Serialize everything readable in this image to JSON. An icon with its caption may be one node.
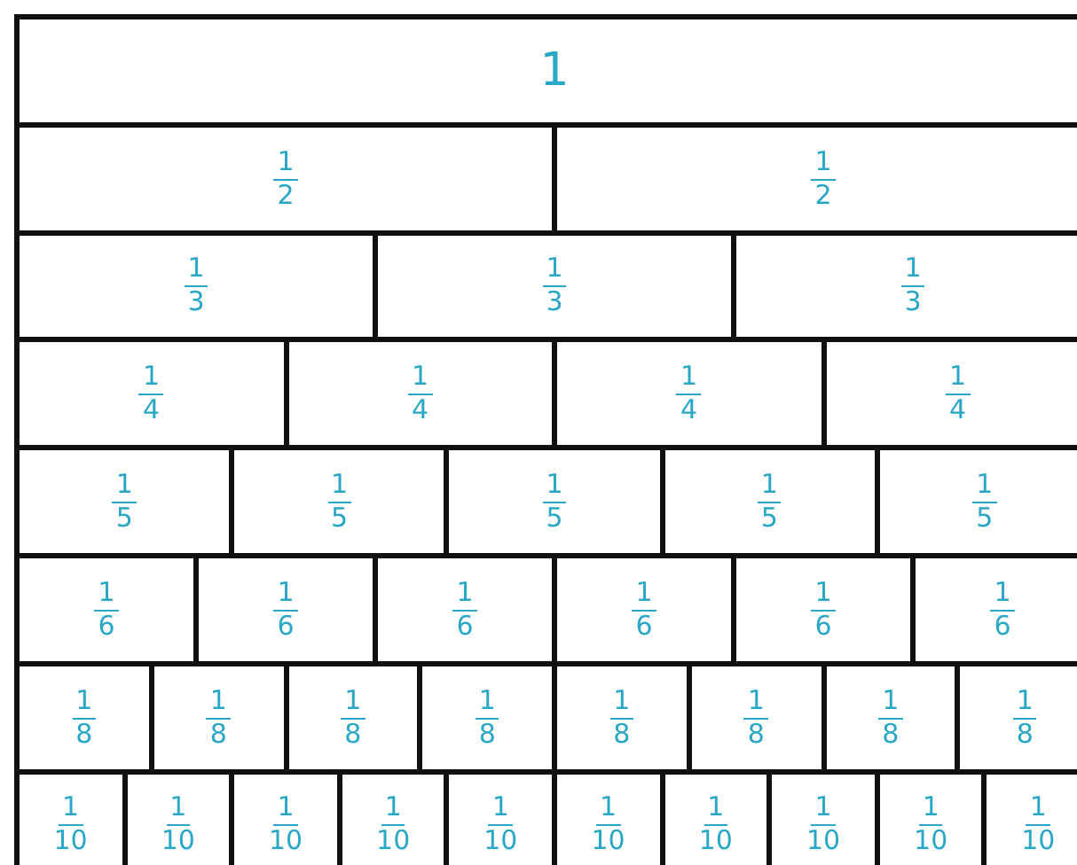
{
  "diagram": {
    "nodes": [
      {
        "text": [
          "1"
        ]
      },
      {
        "text": [
          "1",
          "2"
        ]
      },
      {
        "text": [
          "1",
          "2"
        ]
      },
      {
        "text": [
          "1",
          "3"
        ]
      },
      {
        "text": [
          "1",
          "3"
        ]
      },
      {
        "text": [
          "1",
          "3"
        ]
      },
      {
        "text": [
          "1",
          "4"
        ]
      },
      {
        "text": [
          "1",
          "4"
        ]
      },
      {
        "text": [
          "1",
          "4"
        ]
      },
      {
        "text": [
          "1",
          "4"
        ]
      },
      {
        "text": [
          "1",
          "5"
        ]
      },
      {
        "text": [
          "1",
          "5"
        ]
      },
      {
        "text": [
          "1",
          "5"
        ]
      },
      {
        "text": [
          "1",
          "5"
        ]
      },
      {
        "text": [
          "1",
          "5"
        ]
      },
      {
        "text": [
          "1",
          "6"
        ]
      },
      {
        "text": [
          "1",
          "6"
        ]
      },
      {
        "text": [
          "1",
          "6"
        ]
      },
      {
        "text": [
          "1",
          "6"
        ]
      },
      {
        "text": [
          "1",
          "6"
        ]
      },
      {
        "text": [
          "1",
          "6"
        ]
      },
      {
        "text": [
          "1",
          "8"
        ]
      },
      {
        "text": [
          "1",
          "8"
        ]
      },
      {
        "text": [
          "1",
          "8"
        ]
      },
      {
        "text": [
          "1",
          "8"
        ]
      },
      {
        "text": [
          "1",
          "8"
        ]
      },
      {
        "text": [
          "1",
          "8"
        ]
      },
      {
        "text": [
          "1",
          "8"
        ]
      },
      {
        "text": [
          "1",
          "8"
        ]
      },
      {
        "text": [
          "1",
          "10"
        ]
      },
      {
        "text": [
          "1",
          "10"
        ]
      },
      {
        "text": [
          "1",
          "10"
        ]
      },
      {
        "text": [
          "1",
          "10"
        ]
      },
      {
        "text": [
          "1",
          "10"
        ]
      },
      {
        "text": [
          "1",
          "10"
        ]
      },
      {
        "text": [
          "1",
          "10"
        ]
      },
      {
        "text": [
          "1",
          "10"
        ]
      },
      {
        "text": [
          "1",
          "10"
        ]
      },
      {
        "text": [
          "1",
          "10"
        ]
      }
    ]
  }
}
